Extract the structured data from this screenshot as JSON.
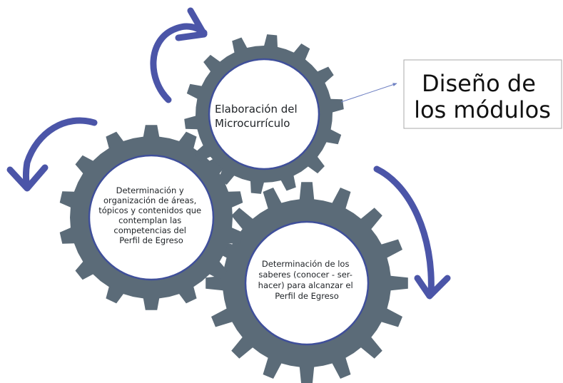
{
  "colors": {
    "gear": "#5b6b78",
    "hub_border": "#3f4f9a",
    "arrow": "#4b55a8",
    "connector": "#6d7fc2"
  },
  "gears": {
    "top": {
      "lines": [
        "Elaboración del",
        "Microcurrículo"
      ]
    },
    "left": {
      "lines": [
        "Determinación y",
        "organización de áreas,",
        "tópicos y contenidos que",
        "contemplan las",
        "competencias del",
        "Perfil de Egreso"
      ]
    },
    "right": {
      "lines": [
        "Determinación de los",
        "saberes (conocer - ser-",
        "hacer) para alcanzar el",
        "Perfil de Egreso"
      ]
    }
  },
  "callout": {
    "lines": [
      "Diseño de",
      "los módulos"
    ]
  },
  "arrows": [
    "curved-arrow-top",
    "curved-arrow-left",
    "curved-arrow-right"
  ]
}
